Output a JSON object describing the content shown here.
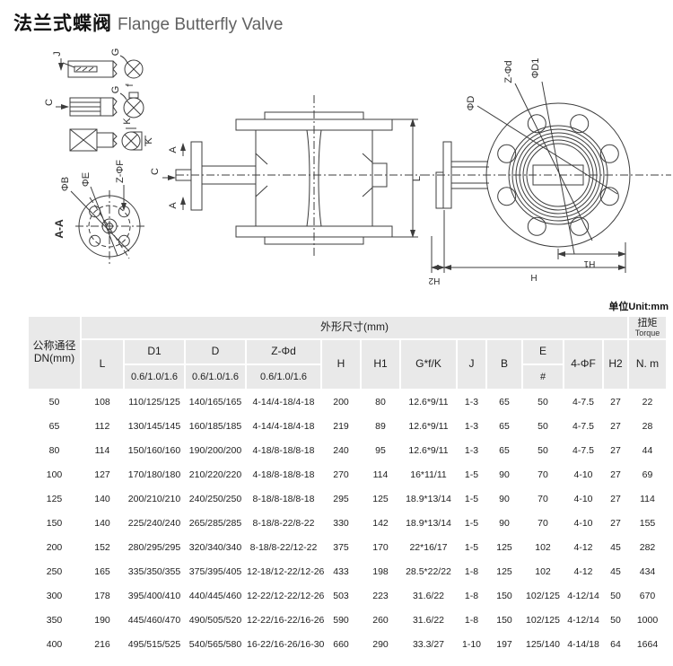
{
  "title": {
    "zh": "法兰式蝶阀",
    "en": "Flange Butterfly Valve"
  },
  "unit_note": "单位Unit:mm",
  "drawing": {
    "labels": {
      "j": "J",
      "g1": "G",
      "c1": "C",
      "g2": "G",
      "f": "f",
      "k1": "K",
      "k2": "K",
      "aa": "A-A",
      "phiB": "ΦB",
      "phiE": "ΦE",
      "zPhiF": "Z-ΦF",
      "aTop": "A",
      "c2": "C",
      "aBottom": "A",
      "L": "L",
      "phiD": "ΦD",
      "zPhid": "Z-Φd",
      "phiD1": "ΦD1",
      "h1": "H1",
      "h": "H",
      "h2": "H2"
    }
  },
  "table": {
    "header": {
      "dn_line1": "公称通径",
      "dn_line2": "DN(mm)",
      "outline": "外形尺寸(mm)",
      "torque_zh": "扭矩",
      "torque_en": "Torque",
      "l": "L",
      "d1": "D1",
      "d": "D",
      "zphid": "Z-Φd",
      "pressure": "0.6/1.0/1.6",
      "h": "H",
      "h1": "H1",
      "gfk": "G*f/K",
      "j": "J",
      "b": "B",
      "e": "E",
      "e_sub": "#",
      "phif": "4-ΦF",
      "h2": "H2",
      "nm": "N. m"
    },
    "rows": [
      [
        "50",
        "108",
        "110/125/125",
        "140/165/165",
        "4-14/4-18/4-18",
        "200",
        "80",
        "12.6*9/11",
        "1-3",
        "65",
        "50",
        "4-7.5",
        "27",
        "22"
      ],
      [
        "65",
        "112",
        "130/145/145",
        "160/185/185",
        "4-14/4-18/4-18",
        "219",
        "89",
        "12.6*9/11",
        "1-3",
        "65",
        "50",
        "4-7.5",
        "27",
        "28"
      ],
      [
        "80",
        "114",
        "150/160/160",
        "190/200/200",
        "4-18/8-18/8-18",
        "240",
        "95",
        "12.6*9/11",
        "1-3",
        "65",
        "50",
        "4-7.5",
        "27",
        "44"
      ],
      [
        "100",
        "127",
        "170/180/180",
        "210/220/220",
        "4-18/8-18/8-18",
        "270",
        "114",
        "16*11/11",
        "1-5",
        "90",
        "70",
        "4-10",
        "27",
        "69"
      ],
      [
        "125",
        "140",
        "200/210/210",
        "240/250/250",
        "8-18/8-18/8-18",
        "295",
        "125",
        "18.9*13/14",
        "1-5",
        "90",
        "70",
        "4-10",
        "27",
        "114"
      ],
      [
        "150",
        "140",
        "225/240/240",
        "265/285/285",
        "8-18/8-22/8-22",
        "330",
        "142",
        "18.9*13/14",
        "1-5",
        "90",
        "70",
        "4-10",
        "27",
        "155"
      ],
      [
        "200",
        "152",
        "280/295/295",
        "320/340/340",
        "8-18/8-22/12-22",
        "375",
        "170",
        "22*16/17",
        "1-5",
        "125",
        "102",
        "4-12",
        "45",
        "282"
      ],
      [
        "250",
        "165",
        "335/350/355",
        "375/395/405",
        "12-18/12-22/12-26",
        "433",
        "198",
        "28.5*22/22",
        "1-8",
        "125",
        "102",
        "4-12",
        "45",
        "434"
      ],
      [
        "300",
        "178",
        "395/400/410",
        "440/445/460",
        "12-22/12-22/12-26",
        "503",
        "223",
        "31.6/22",
        "1-8",
        "150",
        "102/125",
        "4-12/14",
        "50",
        "670"
      ],
      [
        "350",
        "190",
        "445/460/470",
        "490/505/520",
        "12-22/16-22/16-26",
        "590",
        "260",
        "31.6/22",
        "1-8",
        "150",
        "102/125",
        "4-12/14",
        "50",
        "1000"
      ],
      [
        "400",
        "216",
        "495/515/525",
        "540/565/580",
        "16-22/16-26/16-30",
        "660",
        "290",
        "33.3/27",
        "1-10",
        "197",
        "125/140",
        "4-14/18",
        "64",
        "1664"
      ]
    ]
  }
}
